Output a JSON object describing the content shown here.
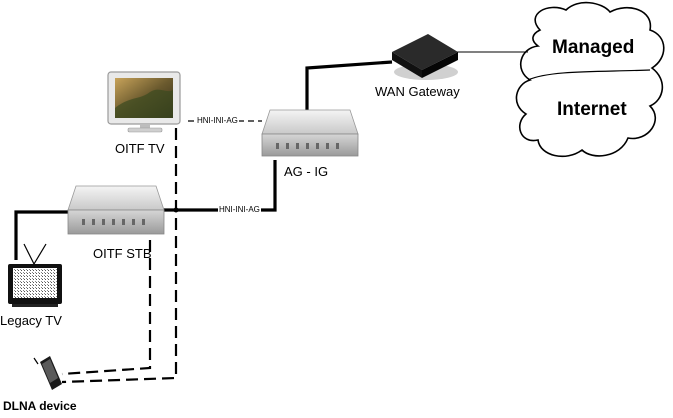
{
  "cloud": {
    "line1": "Managed",
    "line2": "Internet"
  },
  "devices": {
    "wan_gateway": "WAN Gateway",
    "oitf_tv": "OITF TV",
    "ag_ig": "AG - IG",
    "oitf_stb": "OITF STB",
    "legacy_tv": "Legacy TV",
    "dlna_device": "DLNA device"
  },
  "links": {
    "hni_tv_ag": "HNI-INI-AG",
    "hni_stb_ag": "HNI-INI-AG"
  },
  "colors": {
    "wire": "#000000",
    "device_body": "#dcdcdc",
    "cloud_fill": "#ffffff"
  }
}
